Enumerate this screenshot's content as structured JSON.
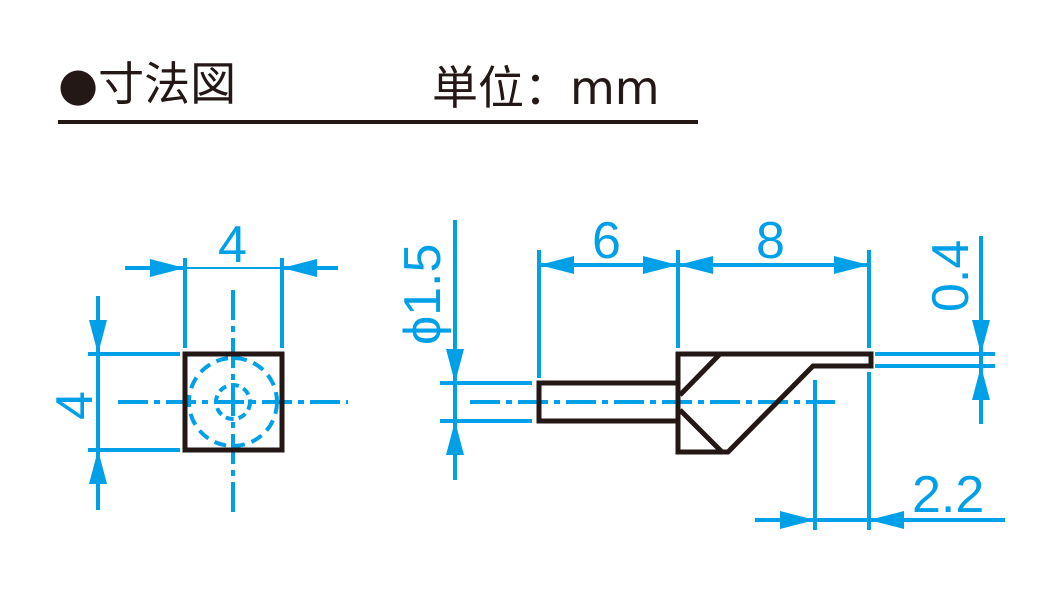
{
  "header": {
    "title": "●寸法図",
    "unit": "単位：mm"
  },
  "dimensions": {
    "front_width": "4",
    "front_height": "4",
    "shaft_diameter": "ϕ1.5",
    "shaft_length": "6",
    "head_length": "8",
    "tip_thickness": "0.4",
    "tip_offset": "2.2"
  },
  "colors": {
    "dimension": "#00a0e9",
    "outline": "#231815"
  }
}
